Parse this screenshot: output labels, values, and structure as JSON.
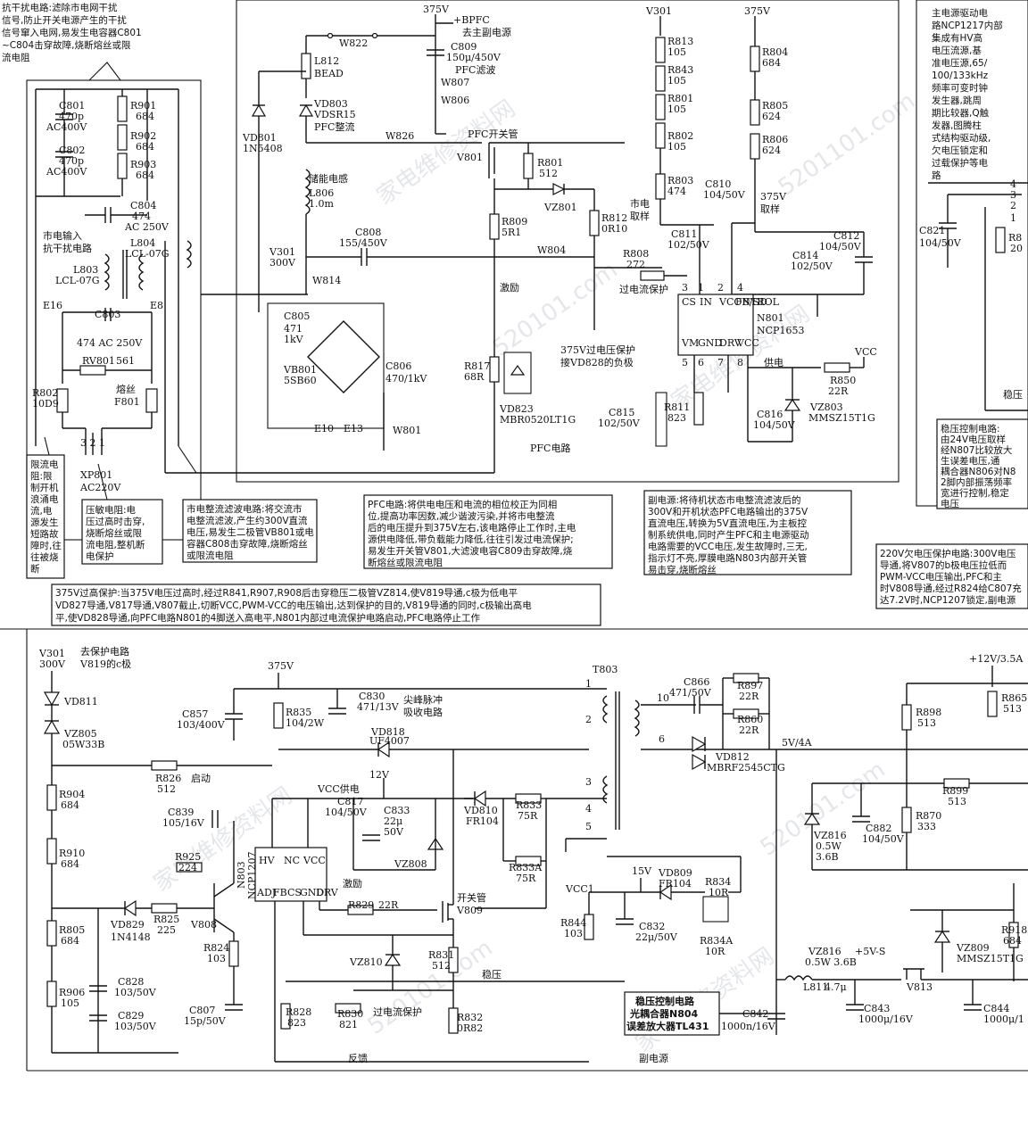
{
  "notes": {
    "n_emi": [
      "抗干扰电路:滤除市电网干扰",
      "信号,防止开关电源产生的干扰",
      "信号窜入电网,易发生电容器C801",
      "~C804击穿故障,烧断熔丝或限",
      "流电阻"
    ],
    "n_ncp1217": [
      "主电源驱动电",
      "路NCP1217内部",
      "集成有HV高",
      "电压流源,基",
      "准电压源,65/",
      "100/133kHz",
      "频率可变时钟",
      "发生器,跳周",
      "期比较器,Q触",
      "发器,图腾柱",
      "式结构驱动级,",
      "欠电压锁定和",
      "过载保护等电",
      "路"
    ],
    "n_limit": [
      "限流电",
      "阻:限",
      "制开机",
      "浪涌电",
      "流,电",
      "源发生",
      "短路故",
      "障时,往",
      "往被烧",
      "断"
    ],
    "n_thermistor": [
      "压敏电阻:电",
      "压过高时击穿,",
      "烧断熔丝或限",
      "流电阻,整机断",
      "电保护"
    ],
    "n_rect": [
      "市电整流滤波电路:将交流市",
      "电整流滤波,产生约300V直流",
      "电压,易发生二极管VB801或电",
      "容器C808击穿故障,烧断熔丝",
      "或限流电阻"
    ],
    "n_pfc": [
      "PFC电路:将供电电压和电流的相位校正为同相",
      "位,提高功率因数,减少谐波污染,并将市电整流",
      "后的电压提升到375V左右,该电路停止工作时,主电",
      "源供电降低,带负载能力降低,往往引发过电流保护;",
      "易发生开关管V801,大滤波电容C809击穿故障,烧",
      "断熔丝或限流电阻"
    ],
    "n_aux": [
      "副电源:将待机状态市电整流滤波后的",
      "300V和开机状态PFC电路输出的375V",
      "直流电压,转换为5V直流电压,为主板控",
      "制系统供电,同时产生PFC和主电源驱动",
      "电路需要的VCC电压,发生故障时,三无,",
      "指示灯不亮,厚膜电路N803内部开关管",
      "易击穿,烧断熔丝"
    ],
    "n_regctl": [
      "稳压控制电路:",
      "由24V电压取样",
      "经N807比较放大",
      "生误差电压,通",
      "耦合器N806对N8",
      "2脚内部振荡频率",
      "宽进行控制,稳定",
      "电压"
    ],
    "n_220uv": [
      "220V欠电压保护电路:300V电压",
      "导通,将V807的b极电压拉低而",
      "PWM-VCC电压输出,PFC和主",
      "时V808导通,经过R824给C807充",
      "达7.2V时,NCP1207锁定,副电源"
    ],
    "n_375ov": [
      "375V过高保护:当375V电压过高时,经过R841,R907,R908后击穿稳压二极管VZ814,使V819导通,c极为低电平",
      "VD827导通,V817导通,V807截止,切断VCC,PWM-VCC的电压输出,达到保护的目的,V819导通的同时,c极输出高电",
      "平,使VD828导通,向PFC电路N801的4脚送入高电平,N801内部过电流保护电路启动,PFC电路停止工作"
    ],
    "n_375ovp": [
      "375V过电压保护",
      "接VD828的负极"
    ],
    "n_optobox": [
      "稳压控制电路",
      "光耦合器N804",
      "误差放大器TL431"
    ]
  },
  "labels": {
    "v375a": "375V",
    "bpfc": "+BPFC",
    "to_aux": "去主副电源",
    "w822": "W822",
    "c809": "C809",
    "c809v": "150μ/450V",
    "pfc_filter": "PFC滤波",
    "w807": "W807",
    "w806": "W806",
    "l812": "L812",
    "bead": "BEAD",
    "vd803": "VD803",
    "vdsr15": "VDSR15",
    "pfc_rect": "PFC整流",
    "vd801": "VD801",
    "n1n5408": "1N5408",
    "w826": "W826",
    "pfc_sw": "PFC开关管",
    "v801": "V801",
    "r801": "R801",
    "r801v": "512",
    "vz801": "VZ801",
    "storage_l": "储能电感",
    "l806": "L806",
    "l806v": "1.0m",
    "r809": "R809",
    "r809v": "5R1",
    "r812": "R812",
    "r812v": "0R10",
    "c808": "C808",
    "c808v": "155/450V",
    "v301a": "V301",
    "v300": "300V",
    "w804": "W804",
    "w814": "W814",
    "excite": "激励",
    "c805": "C805",
    "c805v1": "471",
    "c805v2": "1kV",
    "vb801": "VB801",
    "sb60": "5SB60",
    "c806": "C806",
    "c806v": "470/1kV",
    "e10": "E10",
    "e13": "E13",
    "w801": "W801",
    "r817": "R817",
    "r817v": "68R",
    "vd823": "VD823",
    "mbr": "MBR0520LT1G",
    "pfc_circuit": "PFC电路",
    "v301b": "V301",
    "r813": "R813",
    "r813v": "105",
    "r843": "R843",
    "r843v": "105",
    "r801b": "R801",
    "r801bv": "105",
    "r802": "R802",
    "r802v": "105",
    "r803": "R803",
    "r803v": "474",
    "c810": "C810",
    "c810v": "104/50V",
    "mains_sample": [
      "市电",
      "取样"
    ],
    "c811": "C811",
    "c811v": "102/50V",
    "r808": "R808",
    "r808v": "272",
    "ocp": "过电流保护",
    "v375b": "375V",
    "r804": "R804",
    "r804v": "684",
    "r805": "R805",
    "r805v": "624",
    "r806": "R806",
    "r806v": "624",
    "sample375": [
      "375V",
      "取样"
    ],
    "c812": "C812",
    "c812v": "104/50V",
    "c814": "C814",
    "c814v": "102/50V",
    "cs": "CS",
    "in": "IN",
    "vcontrol": "VCONTROL",
    "fbsd": "FB/SD",
    "vm": "VM",
    "gnd": "GND",
    "drv": "DRV",
    "vcc": "VCC",
    "n801": "N801",
    "ncp1653": "NCP1653",
    "c815": "C815",
    "c815v": "102/50V",
    "r811": "R811",
    "r811v": "823",
    "c816": "C816",
    "c816v": "104/50V",
    "vz803": "VZ803",
    "mmsz": "MMSZ15T1G",
    "supply": "供电",
    "vcc_top": "VCC",
    "r850": "R850",
    "r850v": "22R",
    "c801": "C801",
    "c801v1": "470p",
    "c801v2": "AC400V",
    "c802": "C802",
    "c802v1": "470p",
    "c802v2": "AC400V",
    "r901": "R901",
    "r901v": "684",
    "r902": "R902",
    "r902v": "684",
    "r903": "R903",
    "r903v": "684",
    "c804": "C804",
    "c804v": "474",
    "c804v2": "AC  250V",
    "emi_in": [
      "市电输入",
      "抗干扰电路"
    ],
    "l804": "L804",
    "l804v": "LCL-07G",
    "l803": "L803",
    "l803v": "LCL-07G",
    "e16": "E16",
    "e8": "E8",
    "c803": "C803",
    "c803v": "474    AC   250V",
    "rv801": "RV801",
    "rv801v": "561",
    "r802b": "R802",
    "r802bv": "10D9",
    "fuse": "熔丝",
    "f801": "F801",
    "xp801": "XP801",
    "ac220": "AC220V",
    "c821": "C821",
    "c821v": "104/50V",
    "r8x": "R8",
    "r8xv": "20",
    "reg": "稳压",
    "v301c": "V301",
    "v300c": "300V",
    "to_prot": [
      "去保护电路",
      "V819的c极"
    ],
    "vd811": "VD811",
    "vz805": "VZ805",
    "vz805v": "05W33B",
    "r826": "R826",
    "r826v": "512",
    "start": "启动",
    "r904": "R904",
    "r904v": "684",
    "r910": "R910",
    "r910v": "684",
    "r805b": "R805",
    "r805bv": "684",
    "r906": "R906",
    "r906v": "105",
    "c828": "C828",
    "c828v": "103/50V",
    "c829": "C829",
    "c829v": "103/50V",
    "vd829": "VD829",
    "in4148": "1N4148",
    "r825": "R825",
    "r825v": "225",
    "v808": "V808",
    "r925": "R925",
    "r925v": "224",
    "c839": "C839",
    "c839v": "105/16V",
    "r824": "R824",
    "r824v": "103",
    "c807": "C807",
    "c807v": "15p/50V",
    "v375c": "375V",
    "c857": "C857",
    "c857v": "103/400V",
    "r835": "R835",
    "r835v": "104/2W",
    "c830": "C830",
    "c830v": "471/13V",
    "spike": [
      "尖峰脉冲",
      "吸收电路"
    ],
    "vd818": "VD818",
    "uf4007": "UF4007",
    "v12": "12V",
    "vcc_supply": "VCC供电",
    "c817": "C817",
    "c817v": "104/50V",
    "c833": "C833",
    "c833v1": "22μ",
    "c833v2": "50V",
    "vz808": "VZ808",
    "n803": "N803",
    "ncp1207": "NCP1207",
    "pins_top": [
      "HV",
      "NC",
      "VCC"
    ],
    "pins_bot": [
      "ADJ",
      "FB",
      "CS",
      "GND",
      "DRV"
    ],
    "excite2": "激励",
    "r829": "R829",
    "r829v": "22R",
    "switch": "开关管",
    "v809": "V809",
    "vz810": "VZ810",
    "r831": "R831",
    "r831v": "512",
    "r828": "R828",
    "r828v": "823",
    "r830": "R830",
    "r830v": "821",
    "ocp2": "过电流保护",
    "r832": "R832",
    "r832v": "0R82",
    "feedback": "反馈",
    "reg2": "稳压",
    "t803": "T803",
    "c866": "C866",
    "c866v": "471/50V",
    "r897": "R897",
    "r897v": "22R",
    "r860": "R860",
    "r860v": "22R",
    "vd812": "VD812",
    "mbrf": "MBRF2545CTG",
    "v5a": "5V/4A",
    "vd810": "VD810",
    "fr104": "FR104",
    "r833": "R833",
    "r833v": "75R",
    "r833a": "R833A",
    "r833av": "75R",
    "v15": "15V",
    "vd809": "VD809",
    "fr104b": "FR104",
    "r834": "R834",
    "r834v": "10R",
    "r834a": "R834A",
    "r834av": "10R",
    "vcc1": "VCC1",
    "r844": "R844",
    "r844v": "103",
    "c832": "C832",
    "c832v": "22μ/50V",
    "c842": "C842",
    "c842v": "1000n/16V",
    "aux_ps": "副电源",
    "v12a": "+12V/3.5A",
    "r898": "R898",
    "r898v": "513",
    "r865": "R865",
    "r865v": "513",
    "r899": "R899",
    "r899v": "513",
    "r870": "R870",
    "r870v": "333",
    "vz816": "VZ816",
    "vz816v1": "0.5W",
    "vz816v2": "3.6B",
    "c882": "C882",
    "c882v": "104/50V",
    "r918": "R918",
    "r918v": "684",
    "vz809": "VZ809",
    "mmsz2": "MMSZ15T1G",
    "vz816b": "VZ816",
    "v5s": "+5V-S",
    "vz816bv": "0.5W    3.6B",
    "l811": "L811",
    "l811v": "4.7μ",
    "v813": "V813",
    "c843": "C843",
    "c843v": "1000μ/16V",
    "c844": "C844",
    "c844v": "1000μ/1",
    "pin_nums_ncp1653": [
      "3",
      "1",
      "2",
      "4",
      "5",
      "6",
      "7",
      "8"
    ]
  },
  "watermarks": [
    "家电维修资料网",
    "520101.com",
    "家电维修资料网",
    "5201101.com",
    "家电维修资料网",
    "520101.com",
    "家电维修资料网",
    "520101.com"
  ]
}
